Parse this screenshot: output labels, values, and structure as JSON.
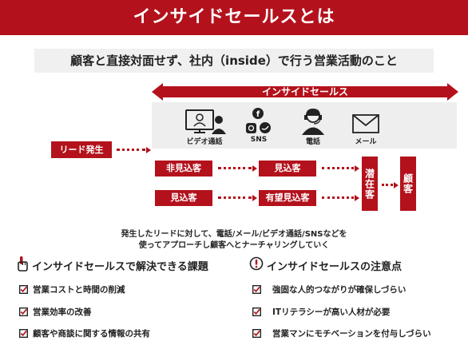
{
  "title": "インサイドセールスとは",
  "subtitle": "顧客と直接対面せず、社内（inside）で行う営業活動のこと",
  "diagram": {
    "banner": "インサイドセールス",
    "channels": [
      {
        "label": "ビデオ通話",
        "icon": "video-call-icon"
      },
      {
        "label": "SNS",
        "icon": "sns-icon"
      },
      {
        "label": "電話",
        "icon": "phone-operator-icon"
      },
      {
        "label": "メール",
        "icon": "mail-icon"
      }
    ],
    "lead": "リード発生",
    "row1": [
      "非見込客",
      "見込客"
    ],
    "row2": [
      "見込客",
      "有望見込客"
    ],
    "nurture": "潜在客",
    "customer": "顧客"
  },
  "description": {
    "line1": "発生したリードに対して、電話/メール/ビデオ通話/SNSなどを",
    "line2": "使ってアプローチし顧客へとナーチャリングしていく"
  },
  "left_section": {
    "icon": "pointing-hand-icon",
    "title": "インサイドセールスで解決できる課題",
    "items": [
      "営業コストと時間の削減",
      "営業効率の改善",
      "顧客や商談に関する情報の共有"
    ]
  },
  "right_section": {
    "icon": "exclamation-circle-icon",
    "title": "インサイドセールスの注意点",
    "items": [
      "強固な人的つながりが確保しづらい",
      "ITリテラシーが高い人材が必要",
      "営業マンにモチベーションを付与しづらい"
    ]
  },
  "colors": {
    "accent": "#b3121c",
    "light_gray": "#eeeeee"
  }
}
